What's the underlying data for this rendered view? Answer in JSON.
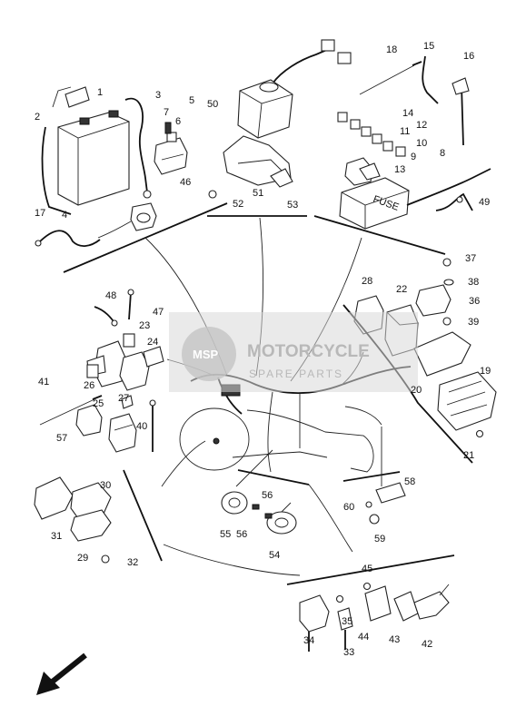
{
  "watermark": {
    "badge": "MSP",
    "line1": "MOTORCYCLE",
    "line2": "SPARE PARTS"
  },
  "callouts": [
    {
      "id": "c1",
      "text": "1"
    },
    {
      "id": "c2",
      "text": "2"
    },
    {
      "id": "c3",
      "text": "3"
    },
    {
      "id": "c4",
      "text": "4"
    },
    {
      "id": "c5",
      "text": "5"
    },
    {
      "id": "c6",
      "text": "6"
    },
    {
      "id": "c7",
      "text": "7"
    },
    {
      "id": "c8",
      "text": "8"
    },
    {
      "id": "c9",
      "text": "9"
    },
    {
      "id": "c10",
      "text": "10"
    },
    {
      "id": "c11",
      "text": "11"
    },
    {
      "id": "c12",
      "text": "12"
    },
    {
      "id": "c13",
      "text": "13"
    },
    {
      "id": "c14",
      "text": "14"
    },
    {
      "id": "c15",
      "text": "15"
    },
    {
      "id": "c16",
      "text": "16"
    },
    {
      "id": "c17",
      "text": "17"
    },
    {
      "id": "c18",
      "text": "18"
    },
    {
      "id": "c19",
      "text": "19"
    },
    {
      "id": "c20",
      "text": "20"
    },
    {
      "id": "c21",
      "text": "21"
    },
    {
      "id": "c22",
      "text": "22"
    },
    {
      "id": "c23",
      "text": "23"
    },
    {
      "id": "c24",
      "text": "24"
    },
    {
      "id": "c25",
      "text": "25"
    },
    {
      "id": "c26",
      "text": "26"
    },
    {
      "id": "c27",
      "text": "27"
    },
    {
      "id": "c28",
      "text": "28"
    },
    {
      "id": "c29",
      "text": "29"
    },
    {
      "id": "c30",
      "text": "30"
    },
    {
      "id": "c31",
      "text": "31"
    },
    {
      "id": "c32",
      "text": "32"
    },
    {
      "id": "c33",
      "text": "33"
    },
    {
      "id": "c34",
      "text": "34"
    },
    {
      "id": "c35",
      "text": "35"
    },
    {
      "id": "c36",
      "text": "36"
    },
    {
      "id": "c37",
      "text": "37"
    },
    {
      "id": "c38",
      "text": "38"
    },
    {
      "id": "c39",
      "text": "39"
    },
    {
      "id": "c40",
      "text": "40"
    },
    {
      "id": "c41",
      "text": "41"
    },
    {
      "id": "c42",
      "text": "42"
    },
    {
      "id": "c43",
      "text": "43"
    },
    {
      "id": "c44",
      "text": "44"
    },
    {
      "id": "c45",
      "text": "45"
    },
    {
      "id": "c46",
      "text": "46"
    },
    {
      "id": "c47",
      "text": "47"
    },
    {
      "id": "c48",
      "text": "48"
    },
    {
      "id": "c49",
      "text": "49"
    },
    {
      "id": "c50",
      "text": "50"
    },
    {
      "id": "c51",
      "text": "51"
    },
    {
      "id": "c52",
      "text": "52"
    },
    {
      "id": "c53",
      "text": "53"
    },
    {
      "id": "c54",
      "text": "54"
    },
    {
      "id": "c55",
      "text": "55"
    },
    {
      "id": "c56a",
      "text": "56"
    },
    {
      "id": "c56b",
      "text": "56"
    },
    {
      "id": "c57",
      "text": "57"
    },
    {
      "id": "c58",
      "text": "58"
    },
    {
      "id": "c59",
      "text": "59"
    },
    {
      "id": "c60",
      "text": "60"
    }
  ],
  "fuse_box_label": "FUSE",
  "colors": {
    "line": "#222222",
    "watermark": "#b8b8b8",
    "watermark_band": "#d8d8d8"
  }
}
